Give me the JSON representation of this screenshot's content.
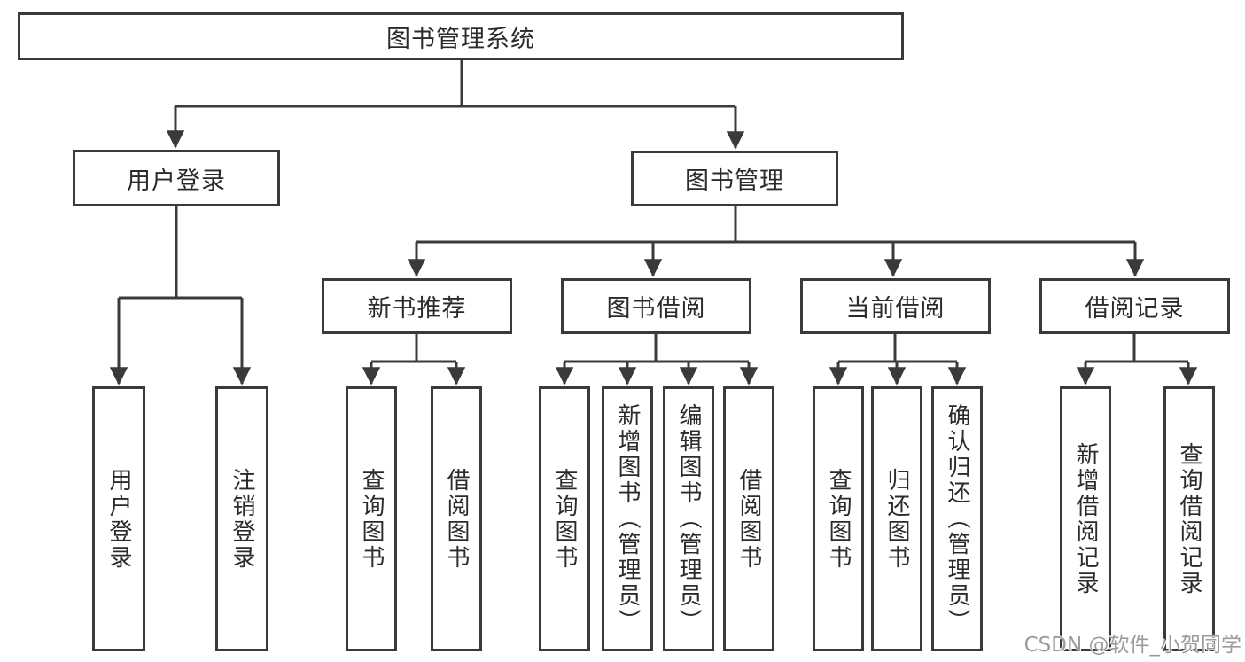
{
  "diagram": {
    "type": "hierarchy-tree",
    "nodes": {
      "root": "图书管理系统",
      "user_login": "用户登录",
      "book_mgmt": "图书管理",
      "new_book_rec": "新书推荐",
      "book_borrow": "图书借阅",
      "current_borrow": "当前借阅",
      "borrow_record": "借阅记录",
      "login_user": "用户登录",
      "login_logout": "注销登录",
      "nbr_query_book": "查询图书",
      "nbr_borrow_book": "借阅图书",
      "bb_query_book": "查询图书",
      "bb_add_book": "新增图书（管理员）",
      "bb_edit_book": "编辑图书（管理员）",
      "bb_borrow_book": "借阅图书",
      "cb_query_book": "查询图书",
      "cb_return_book": "归还图书",
      "cb_confirm_return": "确认归还（管理员）",
      "br_add_record": "新增借阅记录",
      "br_query_record": "查询借阅记录"
    },
    "edges": [
      [
        "root",
        "user_login"
      ],
      [
        "root",
        "book_mgmt"
      ],
      [
        "user_login",
        "login_user"
      ],
      [
        "user_login",
        "login_logout"
      ],
      [
        "book_mgmt",
        "new_book_rec"
      ],
      [
        "book_mgmt",
        "book_borrow"
      ],
      [
        "book_mgmt",
        "current_borrow"
      ],
      [
        "book_mgmt",
        "borrow_record"
      ],
      [
        "new_book_rec",
        "nbr_query_book"
      ],
      [
        "new_book_rec",
        "nbr_borrow_book"
      ],
      [
        "book_borrow",
        "bb_query_book"
      ],
      [
        "book_borrow",
        "bb_add_book"
      ],
      [
        "book_borrow",
        "bb_edit_book"
      ],
      [
        "book_borrow",
        "bb_borrow_book"
      ],
      [
        "current_borrow",
        "cb_query_book"
      ],
      [
        "current_borrow",
        "cb_return_book"
      ],
      [
        "current_borrow",
        "cb_confirm_return"
      ],
      [
        "borrow_record",
        "br_add_record"
      ],
      [
        "borrow_record",
        "br_query_record"
      ]
    ],
    "colors": {
      "line": "#3a3a3a",
      "text": "#2b2b2b",
      "box_fill": "#ffffff",
      "background": "#ffffff",
      "watermark": "#9b9b9b"
    }
  },
  "watermark": {
    "text": "CSDN @软件_小贺同学"
  }
}
